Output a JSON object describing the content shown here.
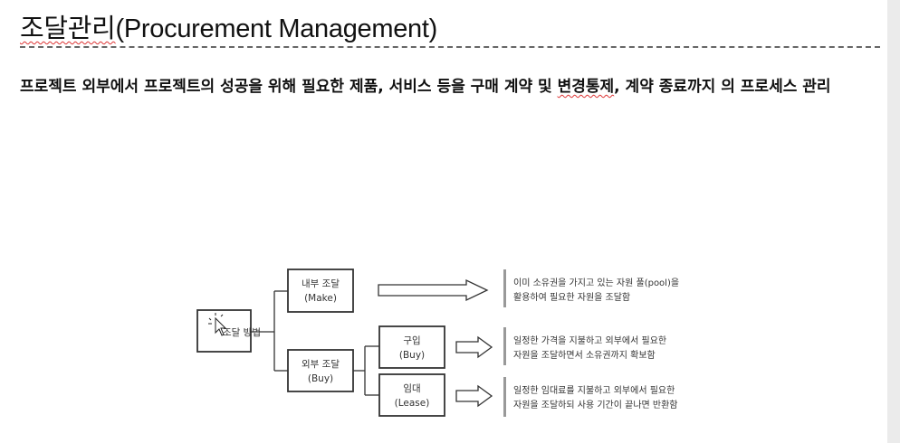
{
  "heading": {
    "title_part1": "조달관리",
    "title_part2": "(Procurement Management)"
  },
  "description": {
    "part1": "프로젝트 외부에서 프로젝트의 성공을 위해 필요한 제품, 서비스 등을 구매 계약 및 ",
    "part2": "변경통제",
    "part3": ", 계약 종료까지 의 프로세스 관리"
  },
  "diagram": {
    "root": {
      "label": "조달 방법"
    },
    "make": {
      "line1": "내부 조달",
      "line2": "(Make)"
    },
    "outside": {
      "line1": "외부 조달",
      "line2": "(Buy)"
    },
    "buy": {
      "line1": "구입",
      "line2": "(Buy)"
    },
    "lease": {
      "line1": "임대",
      "line2": "(Lease)"
    },
    "notes": {
      "make": [
        "이미 소유권을 가지고 있는 자원 풀(pool)을",
        "활용하여 필요한 자원을 조달함"
      ],
      "buy": [
        "일정한 가격을 지불하고 외부에서 필요한",
        "자원을 조달하면서 소유권까지 확보함"
      ],
      "lease": [
        "일정한 임대료를 지불하고 외부에서 필요한",
        "자원을 조달하되 사용 기간이 끝나면 반환함"
      ]
    }
  }
}
